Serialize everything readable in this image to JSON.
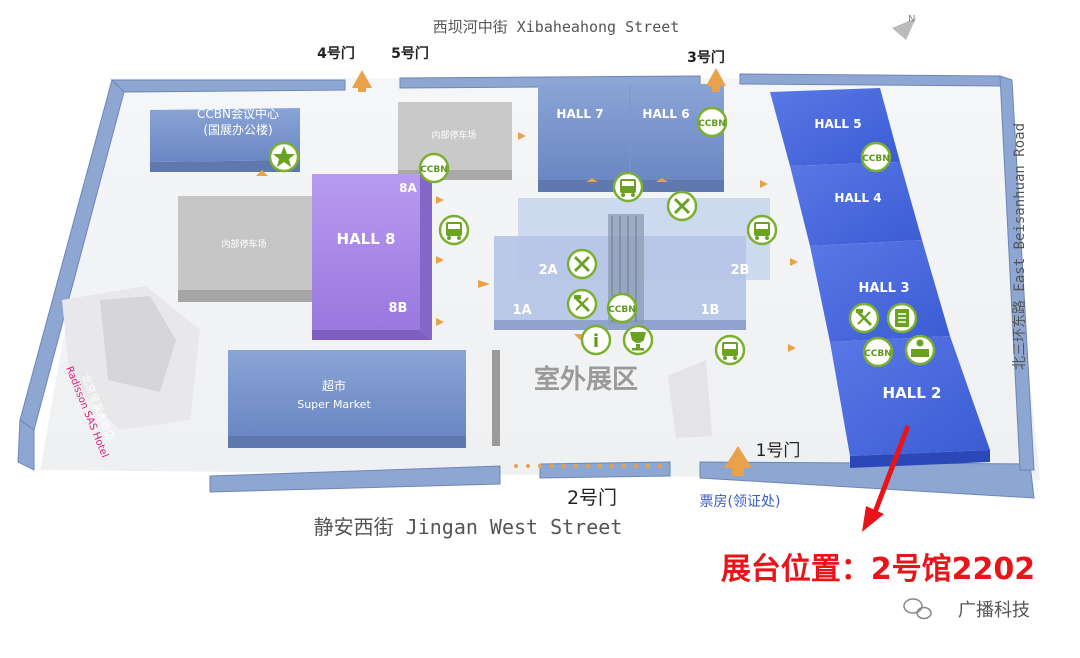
{
  "streets": {
    "north": "西坝河中街 Xibaheahong Street",
    "south": "静安西街 Jingan West Street",
    "east": "北三环东路 East Beisanhuan Road"
  },
  "gates": {
    "g4": "4号门",
    "g5": "5号门",
    "g3": "3号门",
    "g1": "1号门",
    "g2": "2号门"
  },
  "buildings": {
    "ccbn_center": "CCBN会议中心",
    "ccbn_center_sub": "(国展办公楼)",
    "parking_top": "内部停车场",
    "parking_left": "内部停车场",
    "supermarket_cn": "超市",
    "supermarket_en": "Super Market",
    "hotel_cn": "北京皇家大饭店",
    "hotel_en": "Radisson SAS Hotel",
    "outdoor_area": "室外展区",
    "ticket_office": "票房(领证处)"
  },
  "halls": {
    "h8": "HALL 8",
    "h8a": "8A",
    "h8b": "8B",
    "h7": "HALL 7",
    "h6": "HALL 6",
    "h5": "HALL 5",
    "h4": "HALL 4",
    "h3": "HALL 3",
    "h2": "HALL 2",
    "h1a": "1A",
    "h1b": "1B",
    "h2a": "2A",
    "h2b": "2B"
  },
  "icons": {
    "ccbn_label": "CCBN",
    "info_label": "i"
  },
  "booth": "展台位置：2号馆2202",
  "watermark": "广播科技",
  "colors": {
    "hall_blue": "#6f8fcf",
    "hall_bright_blue": "#4a6ee0",
    "hall8_purple": "#a787e6",
    "booth_red": "#e8141a",
    "icon_green": "#6aa224",
    "arrow_orange": "#e9a24a"
  }
}
